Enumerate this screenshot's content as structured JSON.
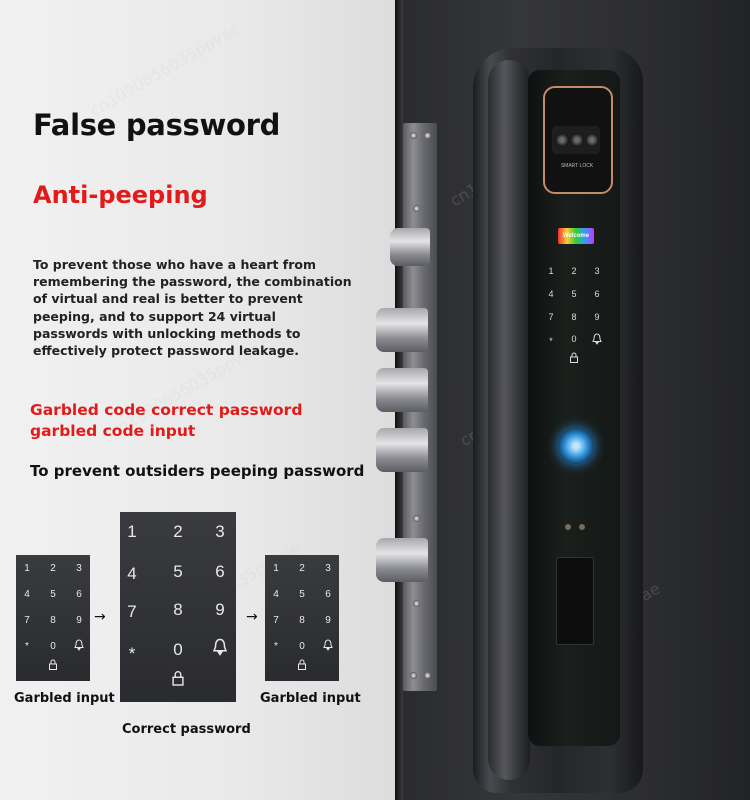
{
  "heading": {
    "title": "False password",
    "subtitle": "Anti-peeping",
    "description": "To prevent those who have a heart from remembering the password, the combination of virtual and real is better to prevent peeping, and to support 24 virtual passwords with unlocking methods to effectively protect password leakage."
  },
  "garbled": {
    "line1": "Garbled code correct password",
    "line2": "garbled code input",
    "prevent": "To prevent outsiders peeping password"
  },
  "keypads": {
    "left_caption": "Garbled input",
    "center_caption": "Correct password",
    "right_caption": "Garbled input",
    "arrow": "→",
    "keys": [
      "1",
      "2",
      "3",
      "4",
      "5",
      "6",
      "7",
      "8",
      "9",
      "*",
      "0"
    ],
    "bell_icon": "bell-icon",
    "lock_icon": "lock-icon"
  },
  "lock": {
    "brand_label": "SMART LOCK",
    "screen_text": "Welcome",
    "keys": [
      "1",
      "2",
      "3",
      "4",
      "5",
      "6",
      "7",
      "8",
      "9",
      "*",
      "0"
    ]
  },
  "watermark": "cn1090656035ppvae",
  "colors": {
    "accent_red": "#e21a1a",
    "fingerprint_blue": "#2b8fd8",
    "camera_rim": "#c58a67"
  }
}
